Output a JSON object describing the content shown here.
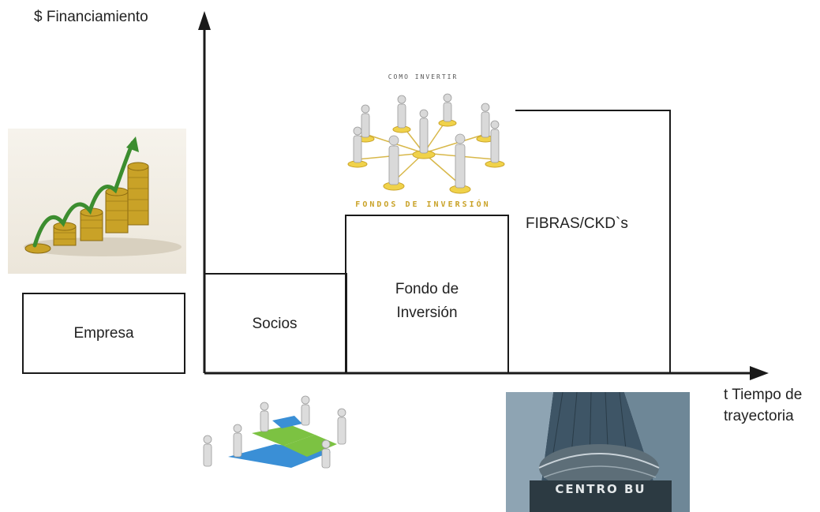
{
  "axes": {
    "y_label": "$ Financiamiento",
    "x_label_line1": "t Tiempo de",
    "x_label_line2": "trayectoria"
  },
  "stages": {
    "empresa": "Empresa",
    "socios": "Socios",
    "fondo_line1": "Fondo de",
    "fondo_line2": "Inversión",
    "fibras": "FIBRAS/CKD`s"
  },
  "images": {
    "coins": {
      "icon": "growth-coins-image"
    },
    "network": {
      "icon": "investment-network-image",
      "caption_top": "COMO INVERTIR",
      "caption_bottom": "FONDOS DE INVERSIÓN"
    },
    "puzzle": {
      "icon": "puzzle-team-image"
    },
    "bolsa": {
      "icon": "stock-exchange-building-image",
      "caption": "CENTRO BU"
    }
  },
  "colors": {
    "line": "#1a1a1a",
    "gold": "#c9a227",
    "green_arrow": "#3c8d2f",
    "puzzle_green": "#7cc242",
    "puzzle_blue": "#3a8fd6"
  }
}
